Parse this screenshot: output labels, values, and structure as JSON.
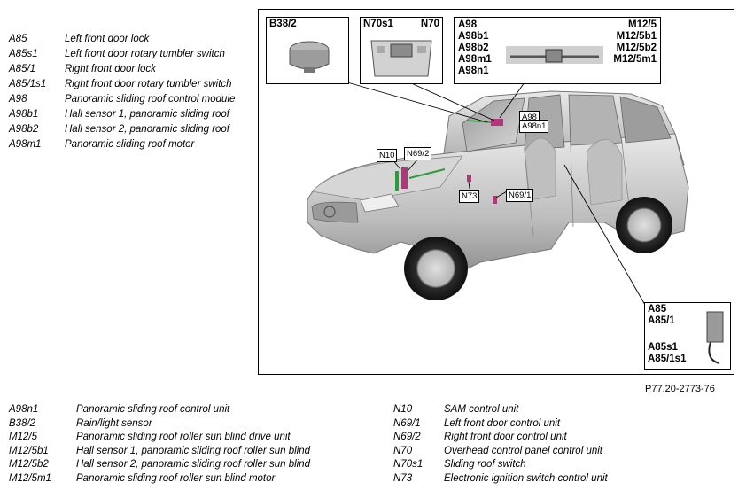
{
  "legend_top": [
    {
      "code": "A85",
      "desc": "Left front door lock"
    },
    {
      "code": "A85s1",
      "desc": "Left front door rotary tumbler switch"
    },
    {
      "code": "A85/1",
      "desc": "Right front door lock"
    },
    {
      "code": "A85/1s1",
      "desc": "Right front door rotary tumbler switch"
    },
    {
      "code": "A98",
      "desc": "Panoramic sliding roof control module"
    },
    {
      "code": "A98b1",
      "desc": "Hall sensor 1, panoramic sliding roof"
    },
    {
      "code": "A98b2",
      "desc": "Hall sensor 2, panoramic sliding roof"
    },
    {
      "code": "A98m1",
      "desc": "Panoramic sliding roof motor"
    }
  ],
  "legend_bottom_col1": [
    {
      "code": "A98n1",
      "desc": "Panoramic sliding roof control unit"
    },
    {
      "code": "B38/2",
      "desc": "Rain/light sensor"
    },
    {
      "code": "M12/5",
      "desc": "Panoramic sliding roof roller sun blind drive unit"
    },
    {
      "code": "M12/5b1",
      "desc": "Hall sensor 1, panoramic sliding roof roller sun blind"
    },
    {
      "code": "M12/5b2",
      "desc": "Hall sensor 2, panoramic sliding roof roller sun blind"
    },
    {
      "code": "M12/5m1",
      "desc": "Panoramic sliding roof roller sun blind motor"
    }
  ],
  "legend_bottom_col2": [
    {
      "code": "N10",
      "desc": "SAM control unit"
    },
    {
      "code": "N69/1",
      "desc": "Left front door control unit"
    },
    {
      "code": "N69/2",
      "desc": "Right front door control unit"
    },
    {
      "code": "N70",
      "desc": "Overhead control panel control unit"
    },
    {
      "code": "N70s1",
      "desc": "Sliding roof switch"
    },
    {
      "code": "N73",
      "desc": "Electronic ignition switch control unit"
    }
  ],
  "callouts": {
    "b38": {
      "label": "B38/2"
    },
    "n70": {
      "left": "N70s1",
      "right": "N70"
    },
    "roof": {
      "left": [
        "A98",
        "A98b1",
        "A98b2",
        "A98m1",
        "A98n1"
      ],
      "right": [
        "M12/5",
        "M12/5b1",
        "M12/5b2",
        "M12/5m1"
      ]
    },
    "door": {
      "top": [
        "A85",
        "A85/1"
      ],
      "bottom": [
        "A85s1",
        "A85/1s1"
      ]
    }
  },
  "car_labels": {
    "a98": "A98",
    "a98n1": "A98n1",
    "n10": "N10",
    "n69_2": "N69/2",
    "n73": "N73",
    "n69_1": "N69/1"
  },
  "figure_id": "P77.20-2773-76",
  "colors": {
    "component": "#b0387a",
    "wire": "#2e9a3a",
    "car_body": "#c9c9c9"
  }
}
